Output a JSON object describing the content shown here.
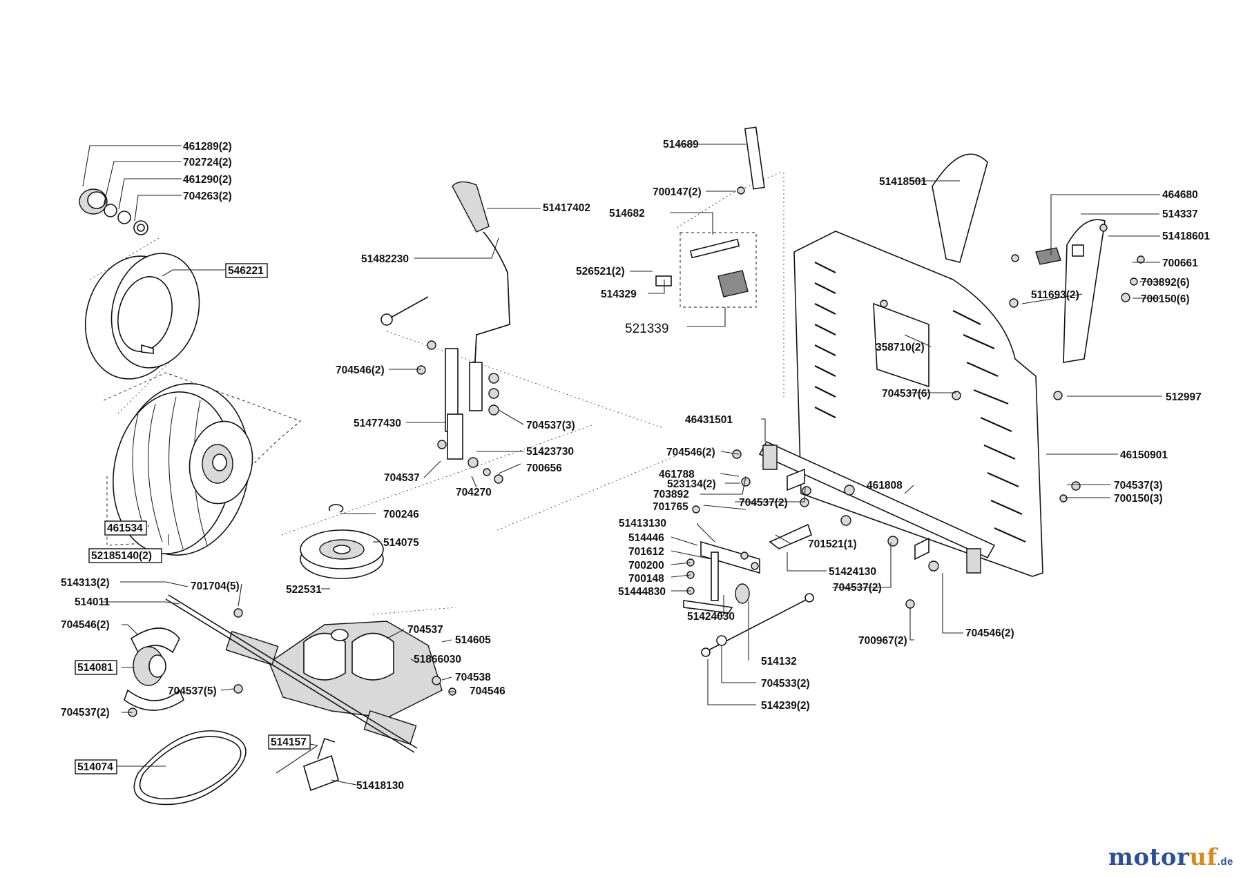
{
  "brand": {
    "prefix": "motor",
    "accent": "uf",
    "suffix": ".de",
    "color_primary": "#2b4f9a",
    "color_accent": "#d98a1c"
  },
  "labels": [
    {
      "id": "l01",
      "text": "461289(2)"
    },
    {
      "id": "l02",
      "text": "702724(2)"
    },
    {
      "id": "l03",
      "text": "461290(2)"
    },
    {
      "id": "l04",
      "text": "704263(2)"
    },
    {
      "id": "l05",
      "text": "546221",
      "boxed": true
    },
    {
      "id": "l06",
      "text": "461534",
      "boxed": true
    },
    {
      "id": "l07",
      "text": "52185140(2)",
      "boxed": true
    },
    {
      "id": "l08",
      "text": "514313(2)"
    },
    {
      "id": "l09",
      "text": "514011"
    },
    {
      "id": "l10",
      "text": "704546(2)"
    },
    {
      "id": "l11",
      "text": "514081",
      "boxed": true
    },
    {
      "id": "l12",
      "text": "704537(2)"
    },
    {
      "id": "l13",
      "text": "514074",
      "boxed": true
    },
    {
      "id": "l14",
      "text": "701704(5)"
    },
    {
      "id": "l15",
      "text": "704537(5)"
    },
    {
      "id": "l16",
      "text": "700246"
    },
    {
      "id": "l17",
      "text": "514075"
    },
    {
      "id": "l18",
      "text": "522531"
    },
    {
      "id": "l19",
      "text": "704537"
    },
    {
      "id": "l20",
      "text": "514605"
    },
    {
      "id": "l21",
      "text": "51866030"
    },
    {
      "id": "l22",
      "text": "704538"
    },
    {
      "id": "l23",
      "text": "704546"
    },
    {
      "id": "l24",
      "text": "514157",
      "boxed": true
    },
    {
      "id": "l25",
      "text": "51418130"
    },
    {
      "id": "l26",
      "text": "51417402"
    },
    {
      "id": "l27",
      "text": "51482230"
    },
    {
      "id": "l28",
      "text": "704546(2)"
    },
    {
      "id": "l29",
      "text": "51477430"
    },
    {
      "id": "l30",
      "text": "704537(3)"
    },
    {
      "id": "l31",
      "text": "51423730"
    },
    {
      "id": "l32",
      "text": "700656"
    },
    {
      "id": "l33",
      "text": "704537"
    },
    {
      "id": "l34",
      "text": "704270"
    },
    {
      "id": "l35",
      "text": "514689"
    },
    {
      "id": "l36",
      "text": "700147(2)"
    },
    {
      "id": "l37",
      "text": "514682"
    },
    {
      "id": "l38",
      "text": "526521(2)"
    },
    {
      "id": "l39",
      "text": "514329"
    },
    {
      "id": "l40",
      "text": "521339",
      "big": true
    },
    {
      "id": "l41",
      "text": "51418501"
    },
    {
      "id": "l42",
      "text": "464680"
    },
    {
      "id": "l43",
      "text": "514337"
    },
    {
      "id": "l44",
      "text": "51418601"
    },
    {
      "id": "l45",
      "text": "700661"
    },
    {
      "id": "l46",
      "text": "703892(6)"
    },
    {
      "id": "l47",
      "text": "700150(6)"
    },
    {
      "id": "l48",
      "text": "511693(2)"
    },
    {
      "id": "l49",
      "text": "358710(2)"
    },
    {
      "id": "l50",
      "text": "704537(6)"
    },
    {
      "id": "l51",
      "text": "512997"
    },
    {
      "id": "l52",
      "text": "46431501"
    },
    {
      "id": "l53",
      "text": "46150901"
    },
    {
      "id": "l54",
      "text": "704546(2)"
    },
    {
      "id": "l55",
      "text": "461788"
    },
    {
      "id": "l56",
      "text": "523134(2)"
    },
    {
      "id": "l57",
      "text": "461808"
    },
    {
      "id": "l58",
      "text": "704537(3)"
    },
    {
      "id": "l59",
      "text": "700150(3)"
    },
    {
      "id": "l60",
      "text": "703892"
    },
    {
      "id": "l61",
      "text": "704537(2)"
    },
    {
      "id": "l62",
      "text": "701765"
    },
    {
      "id": "l63",
      "text": "51413130"
    },
    {
      "id": "l64",
      "text": "514446"
    },
    {
      "id": "l65",
      "text": "701612"
    },
    {
      "id": "l66",
      "text": "700200"
    },
    {
      "id": "l67",
      "text": "700148"
    },
    {
      "id": "l68",
      "text": "51444830"
    },
    {
      "id": "l69",
      "text": "51424030"
    },
    {
      "id": "l70",
      "text": "701521(1)"
    },
    {
      "id": "l71",
      "text": "51424130"
    },
    {
      "id": "l72",
      "text": "704537(2)"
    },
    {
      "id": "l73",
      "text": "700967(2)"
    },
    {
      "id": "l74",
      "text": "704546(2)"
    },
    {
      "id": "l75",
      "text": "514132"
    },
    {
      "id": "l76",
      "text": "704533(2)"
    },
    {
      "id": "l77",
      "text": "514239(2)"
    }
  ]
}
